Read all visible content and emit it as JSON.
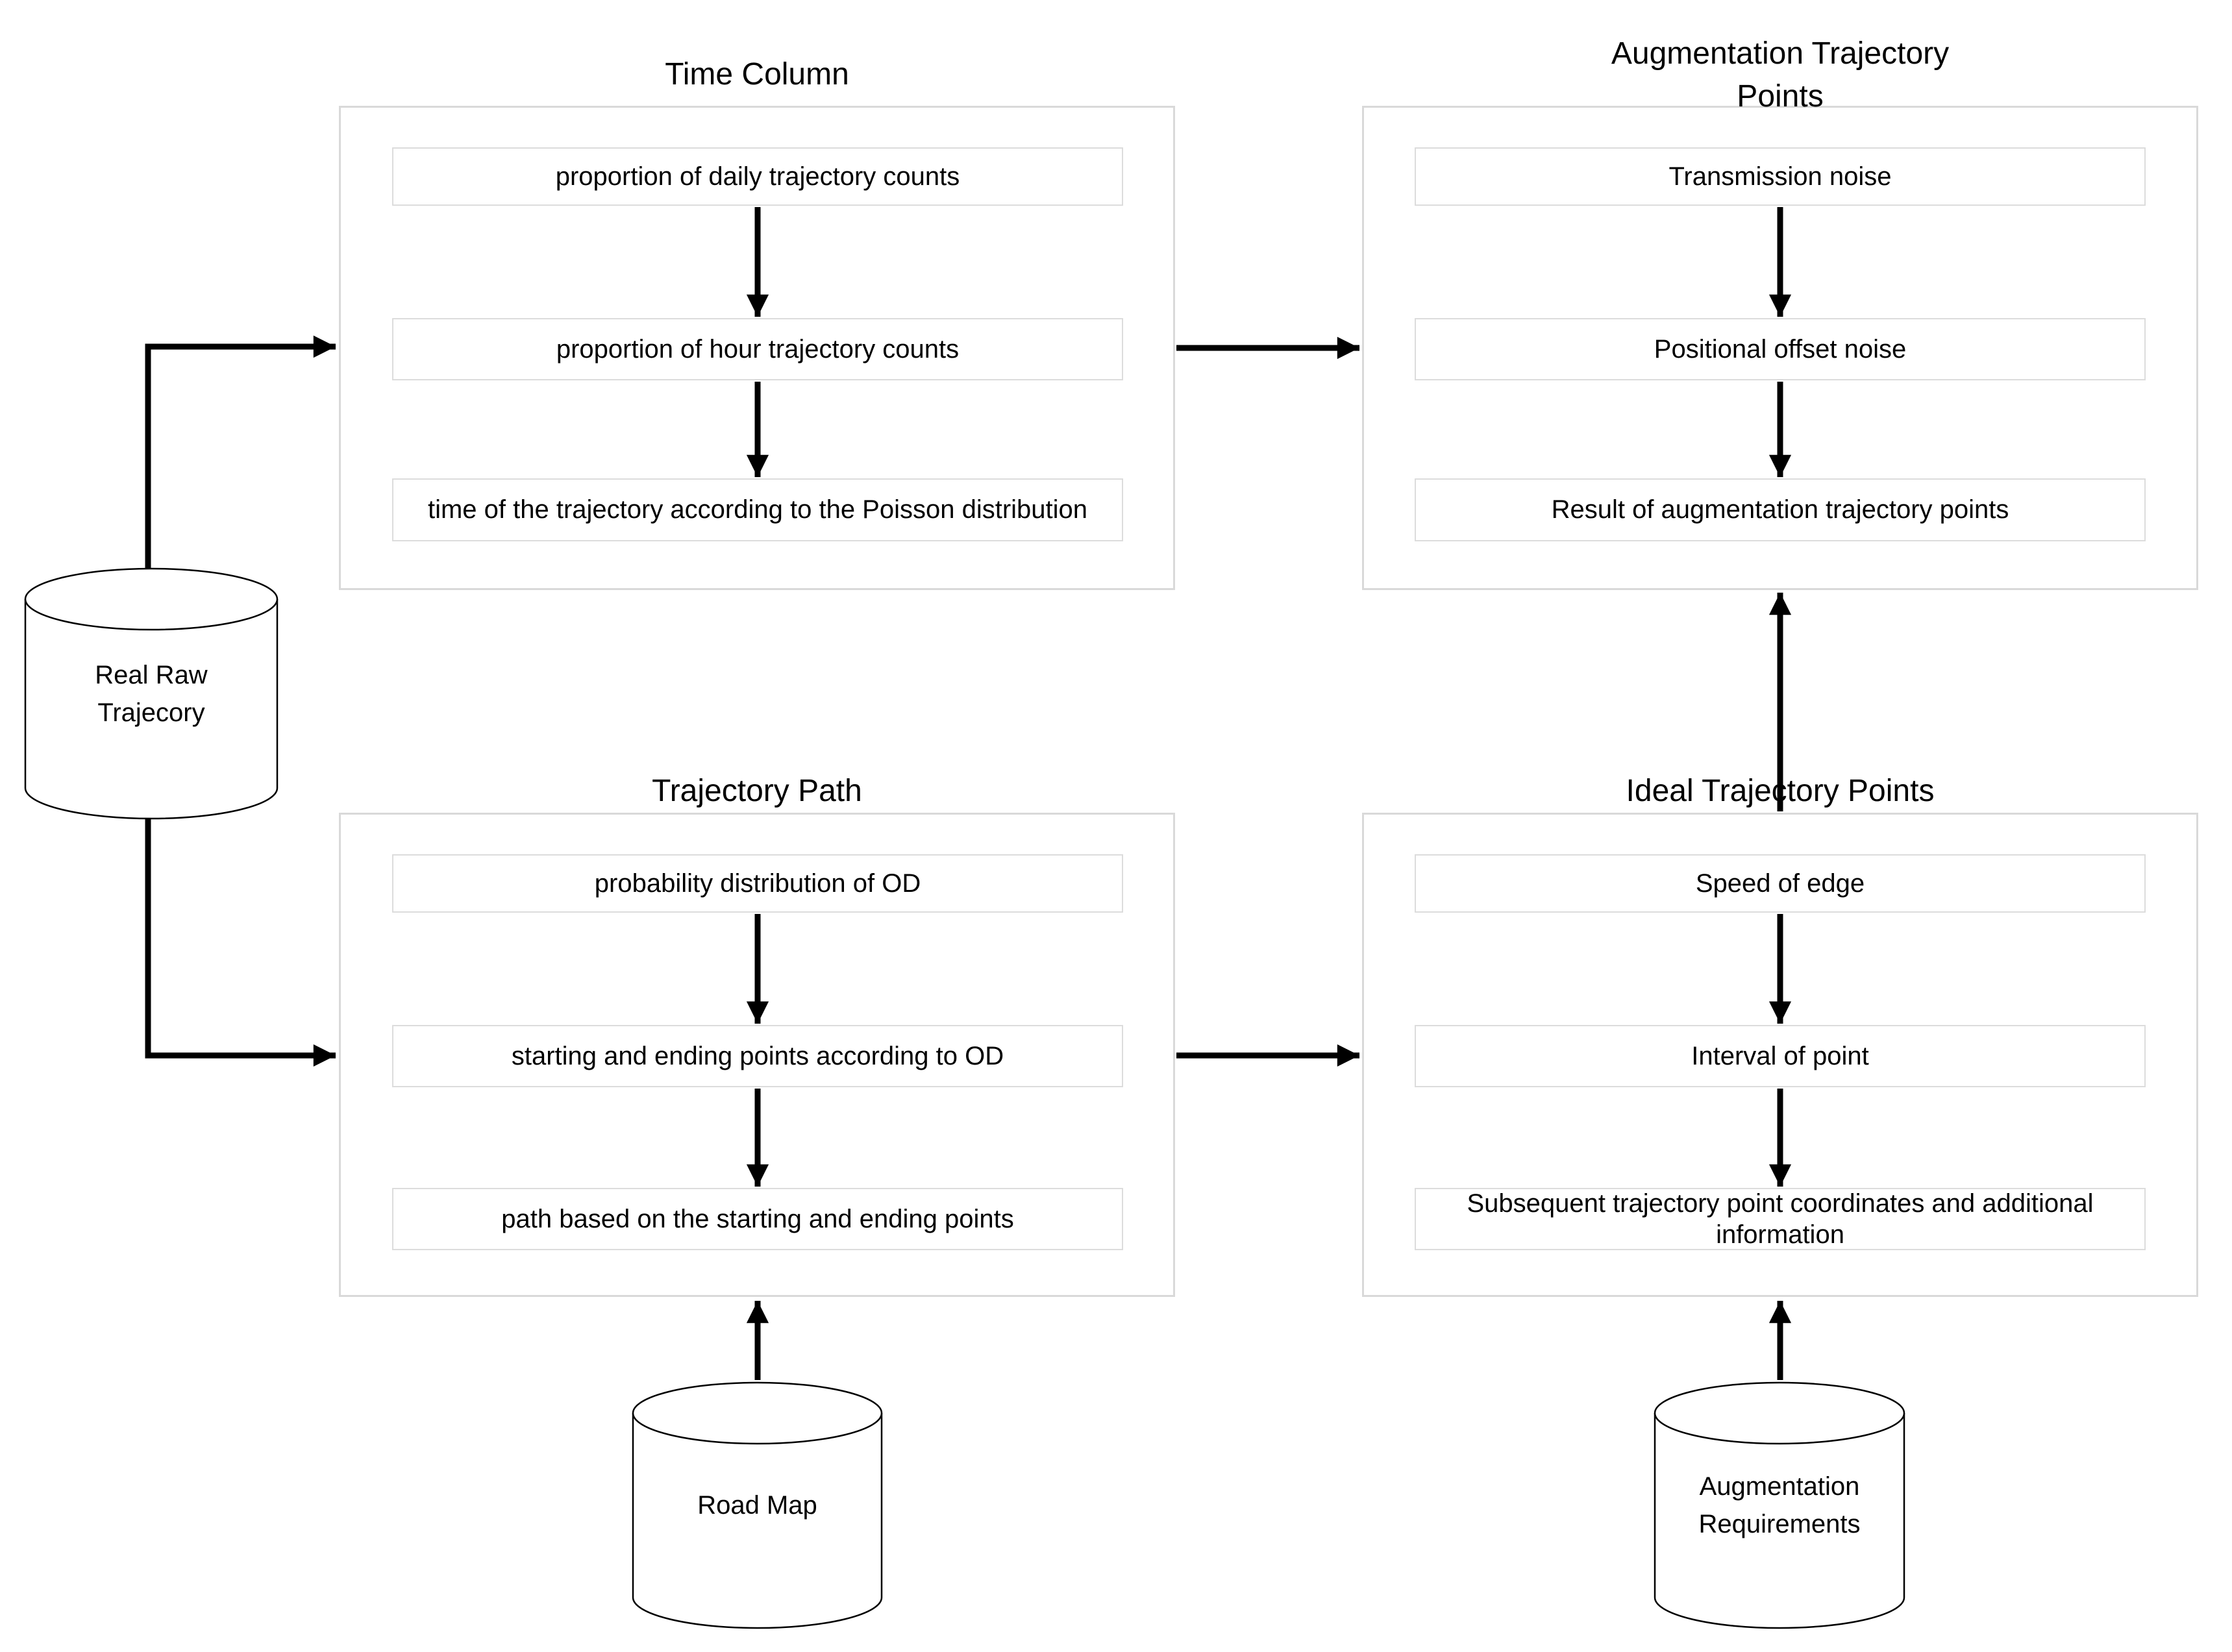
{
  "colors": {
    "background": "#ffffff",
    "panel_border": "#d9d9d9",
    "box_border": "#dcdcdc",
    "line": "#000000",
    "text": "#000000"
  },
  "panels": {
    "time_column": {
      "title": "Time Column",
      "boxes": [
        "proportion of daily trajectory counts",
        "proportion of hour trajectory counts",
        "time of the trajectory according to the Poisson distribution"
      ]
    },
    "augmentation_trajectory_points": {
      "title_line1": "Augmentation Trajectory",
      "title_line2": "Points",
      "boxes": [
        "Transmission noise",
        "Positional offset noise",
        "Result of augmentation trajectory points"
      ]
    },
    "trajectory_path": {
      "title": "Trajectory Path",
      "boxes": [
        "probability distribution of OD",
        "starting and ending points according to OD",
        "path based on the starting and ending points"
      ]
    },
    "ideal_trajectory_points": {
      "title": "Ideal Trajectory Points",
      "boxes": [
        "Speed of edge",
        "Interval of point",
        "Subsequent trajectory point coordinates and additional information"
      ]
    }
  },
  "cylinders": {
    "real_raw_trajectory": {
      "label_line1": "Real Raw",
      "label_line2": "Trajecory"
    },
    "road_map": {
      "label": "Road Map"
    },
    "augmentation_requirements": {
      "label_line1": "Augmentation",
      "label_line2": "Requirements"
    }
  }
}
